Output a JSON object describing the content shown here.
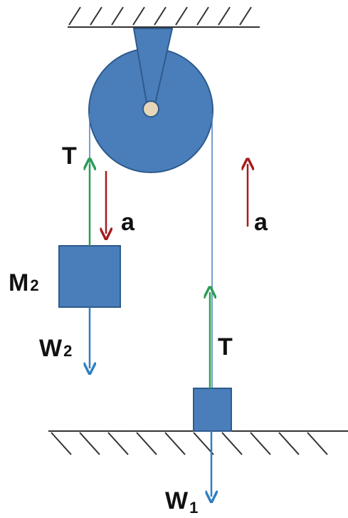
{
  "labels": {
    "tension_left": "T",
    "accel_left": "a",
    "mass_left_main": "M",
    "mass_left_sub": "2",
    "weight_left_main": "W",
    "weight_left_sub": "2",
    "accel_right": "a",
    "tension_right": "T",
    "weight_right_main": "W",
    "weight_right_sub": "1"
  },
  "colors": {
    "body_fill": "#4a7ebb",
    "body_stroke": "#2e5a8c",
    "tension": "#2a9d55",
    "acceleration": "#a61c1c",
    "weight": "#2f7fc1",
    "hatch": "#333333",
    "axle": "#e6d6b8"
  }
}
